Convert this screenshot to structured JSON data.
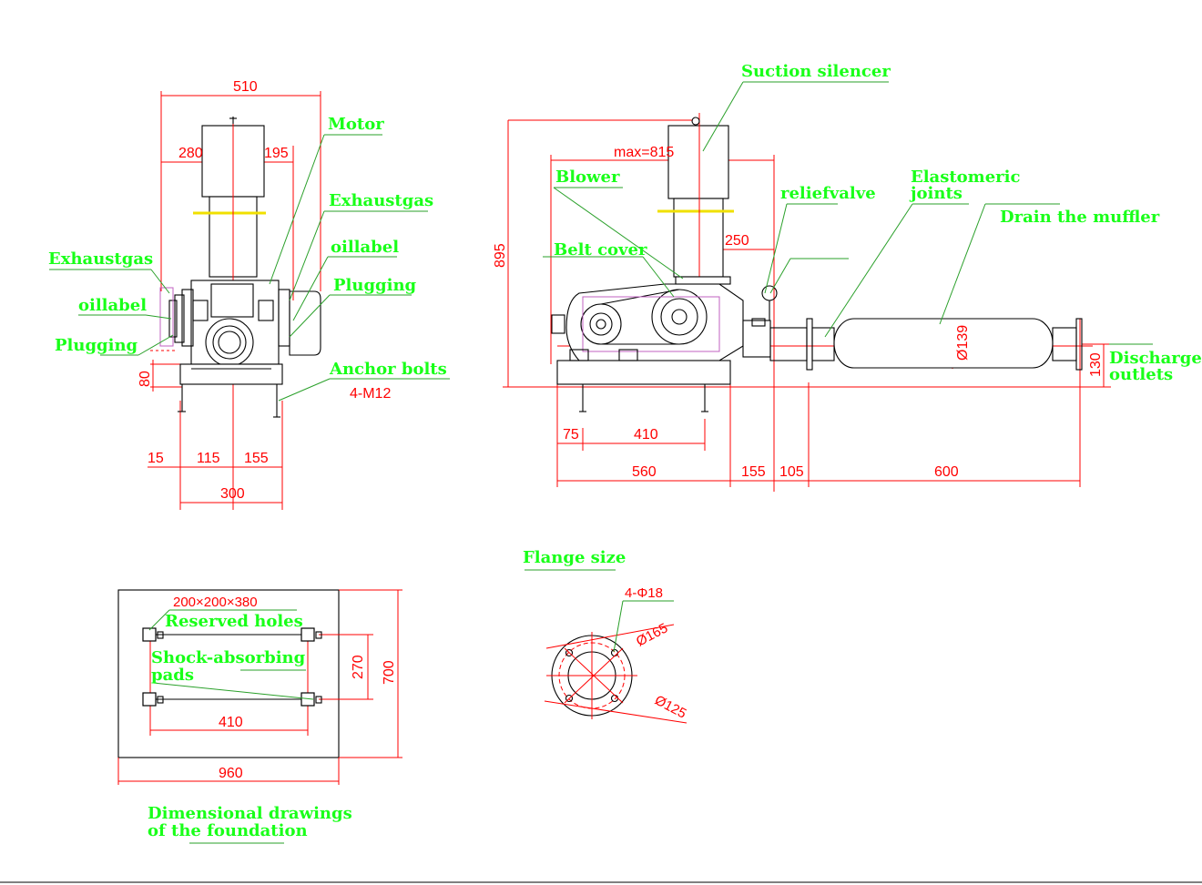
{
  "labels": {
    "suction_silencer": "Suction silencer",
    "motor": "Motor",
    "exhaustgas_1": "Exhaustgas",
    "exhaustgas_2": "Exhaustgas",
    "oillabel_1": "oillabel",
    "oillabel_2": "oillabel",
    "plugging_1": "Plugging",
    "plugging_2": "Plugging",
    "anchor_bolts": "Anchor bolts",
    "anchor_bolt_spec": "4-M12",
    "blower": "Blower",
    "belt_cover": "Belt cover",
    "relief_valve": "reliefvalve",
    "elastomeric_joints_1": "Elastomeric",
    "elastomeric_joints_2": "joints",
    "drain_muffler": "Drain the muffler",
    "discharge_outlets_1": "Discharge",
    "discharge_outlets_2": "outlets",
    "flange_size": "Flange size",
    "reserved_holes_spec": "200×200×380",
    "reserved_holes": "Reserved holes",
    "shock_pads_1": "Shock-absorbing",
    "shock_pads_2": "pads",
    "foundation_title_1": "Dimensional drawings",
    "foundation_title_2": "of the foundation"
  },
  "dimensions": {
    "front_width": "510",
    "front_left": "280",
    "front_right": "195",
    "front_base_height": "80",
    "front_15": "15",
    "front_115": "115",
    "front_155": "155",
    "front_300": "300",
    "side_height": "895",
    "side_max": "max=815",
    "side_250": "250",
    "side_75": "75",
    "side_410": "410",
    "side_560": "560",
    "side_155": "155",
    "side_105": "105",
    "side_600": "600",
    "muffler_dia": "Ø139",
    "outlet_130": "130",
    "flange_holes": "4-Φ18",
    "flange_outer": "Ø165",
    "flange_pcd": "Ø125",
    "found_270": "270",
    "found_700": "700",
    "found_410": "410",
    "found_960": "960"
  },
  "colors": {
    "label": "#19ff19",
    "dimension": "#ff0000",
    "outline": "#000000",
    "leader": "#2aa02a"
  }
}
